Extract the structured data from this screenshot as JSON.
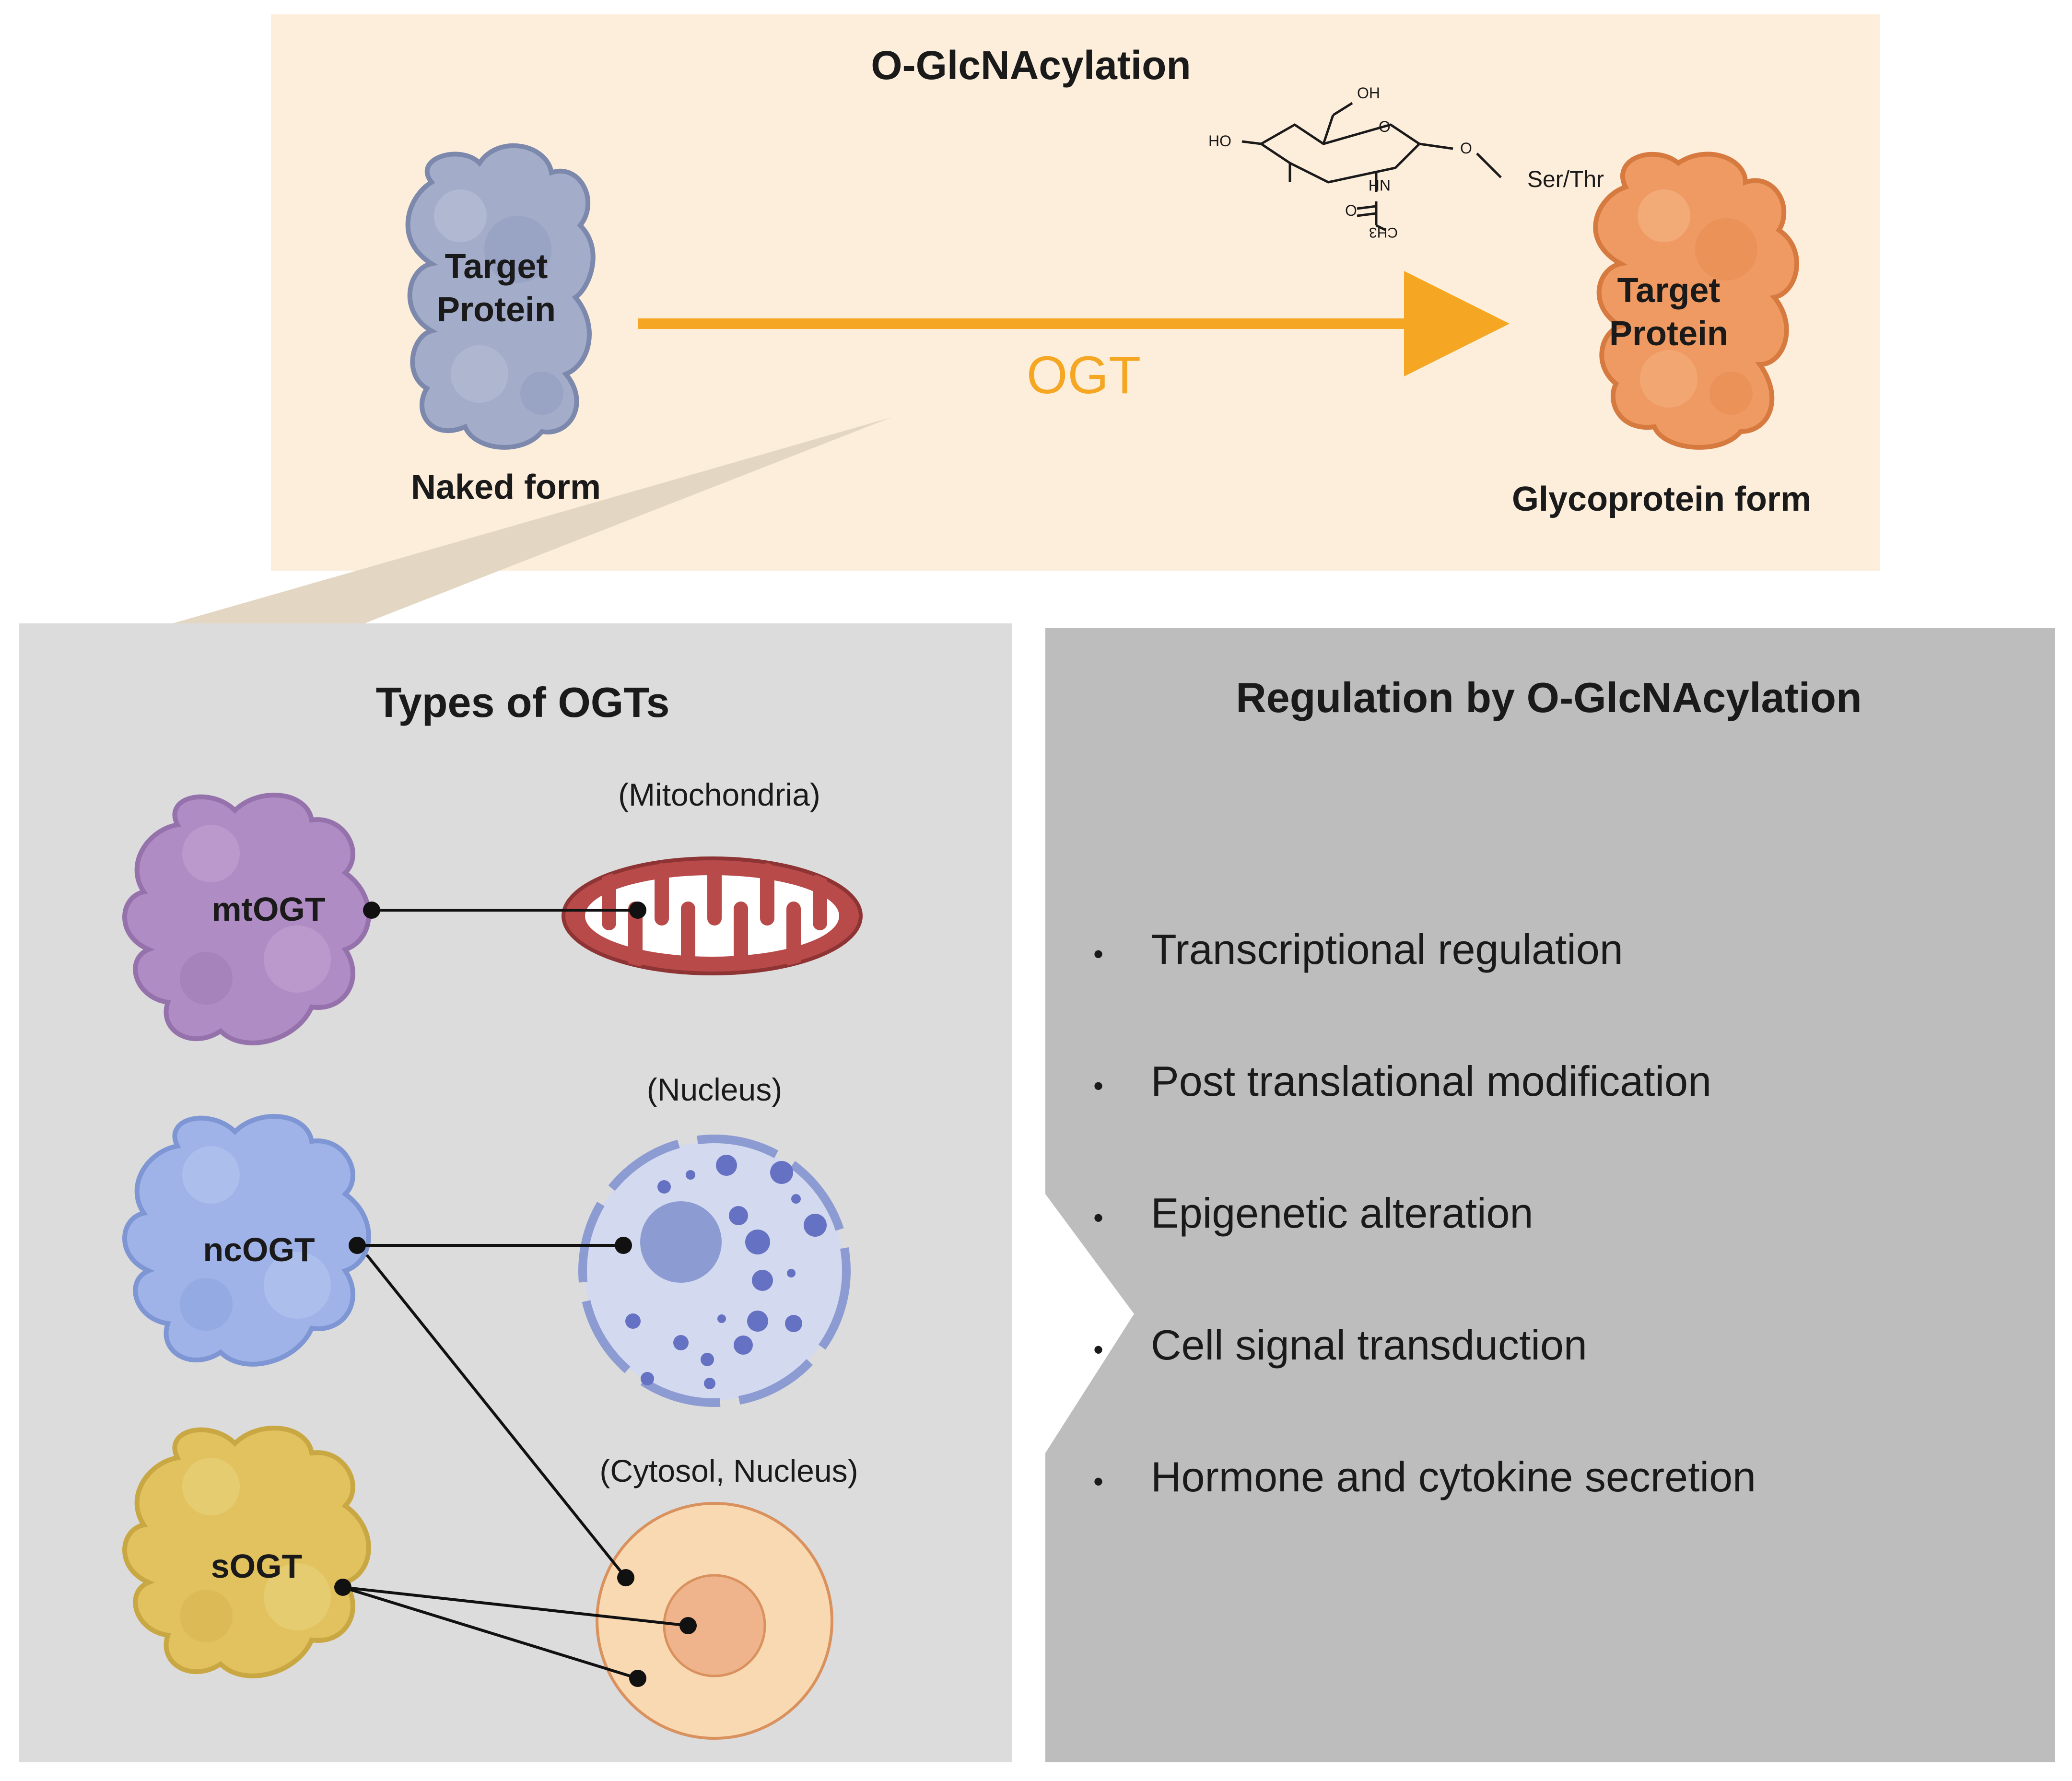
{
  "top_panel": {
    "title": "O-GlcNAcylation",
    "naked_protein_label_line1": "Target",
    "naked_protein_label_line2": "Protein",
    "naked_caption": "Naked form",
    "enzyme_label": "OGT",
    "glyco_protein_label_line1": "Target",
    "glyco_protein_label_line2": "Protein",
    "glyco_caption": "Glycoprotein form",
    "sugar": {
      "oh_top": "OH",
      "ho_left": "HO",
      "ring_o": "O",
      "link_o": "O",
      "nh": "NH",
      "o_carbonyl": "O",
      "ch3": "CH3",
      "ser_thr": "Ser/Thr"
    }
  },
  "types_panel": {
    "title": "Types of OGTs",
    "ogts": [
      {
        "name": "mtOGT",
        "color": "#b08cc4"
      },
      {
        "name": "ncOGT",
        "color": "#9fb3e8"
      },
      {
        "name": "sOGT",
        "color": "#e2c25e"
      }
    ],
    "locations": [
      "(Mitochondria)",
      "(Nucleus)",
      "(Cytosol, Nucleus)"
    ]
  },
  "regulation_panel": {
    "title": "Regulation by O-GlcNAcylation",
    "items": [
      "Transcriptional regulation",
      "Post translational modification",
      "Epigenetic alteration",
      "Cell signal transduction",
      "Hormone and cytokine secretion"
    ]
  },
  "colors": {
    "top_bg": "#fdeedc",
    "left_bg": "#dcdcdc",
    "right_bg": "#bdbdbd",
    "arrow": "#f5a623",
    "naked_protein": "#a3acc9",
    "glyco_protein": "#ef9a63"
  }
}
